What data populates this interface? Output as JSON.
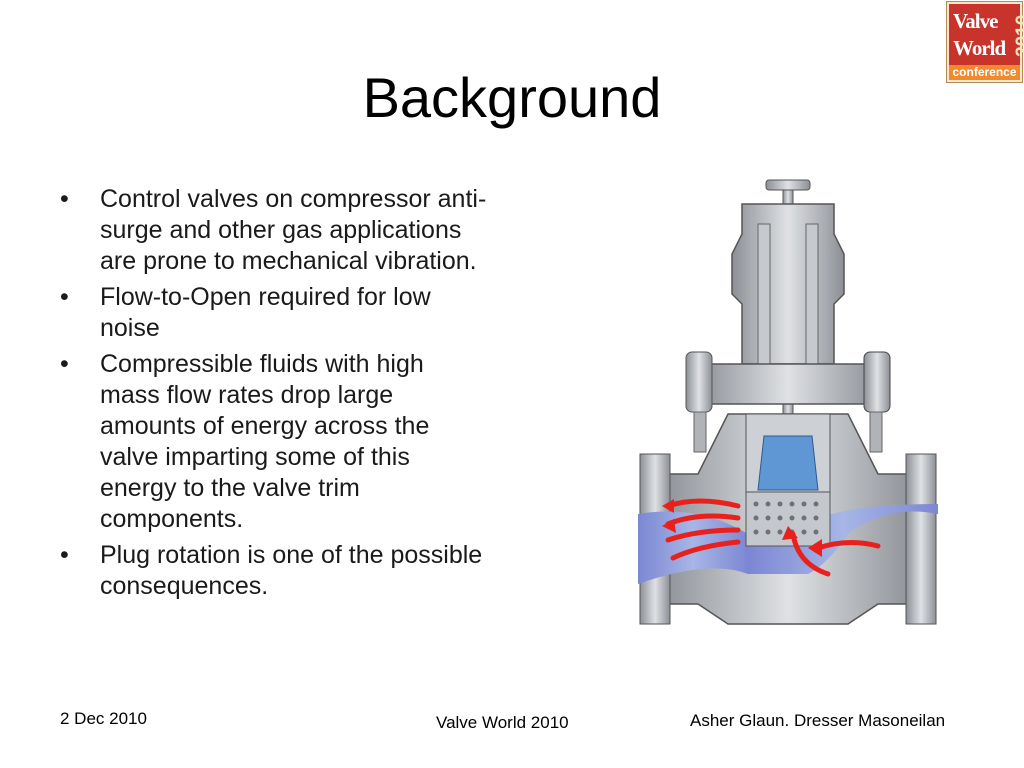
{
  "slide": {
    "title": "Background",
    "bullet_marker": "•",
    "bullets": [
      "Control valves on compressor anti-surge and other gas applications are prone to mechanical vibration.",
      "Flow-to-Open required for low noise",
      "Compressible fluids with high mass flow rates drop large amounts of energy across the valve imparting some of this energy to the valve trim components.",
      "Plug rotation is one of the possible consequences."
    ]
  },
  "logo": {
    "line1": "Valve",
    "line2": "World",
    "year": "2010",
    "tagline": "conference",
    "colors": {
      "red": "#c8342b",
      "orange": "#ef8a2e",
      "cream": "#f5e7cf"
    }
  },
  "figure": {
    "icon": "control-valve-cutaway-illustration",
    "colors": {
      "metal": "#b9bcc1",
      "flow": "#8593d6",
      "arrow": "#e8211c",
      "plug": "#5f96d4"
    }
  },
  "footer": {
    "date": "2 Dec 2010",
    "event": "Valve World 2010",
    "author": "Asher Glaun. Dresser Masoneilan"
  }
}
